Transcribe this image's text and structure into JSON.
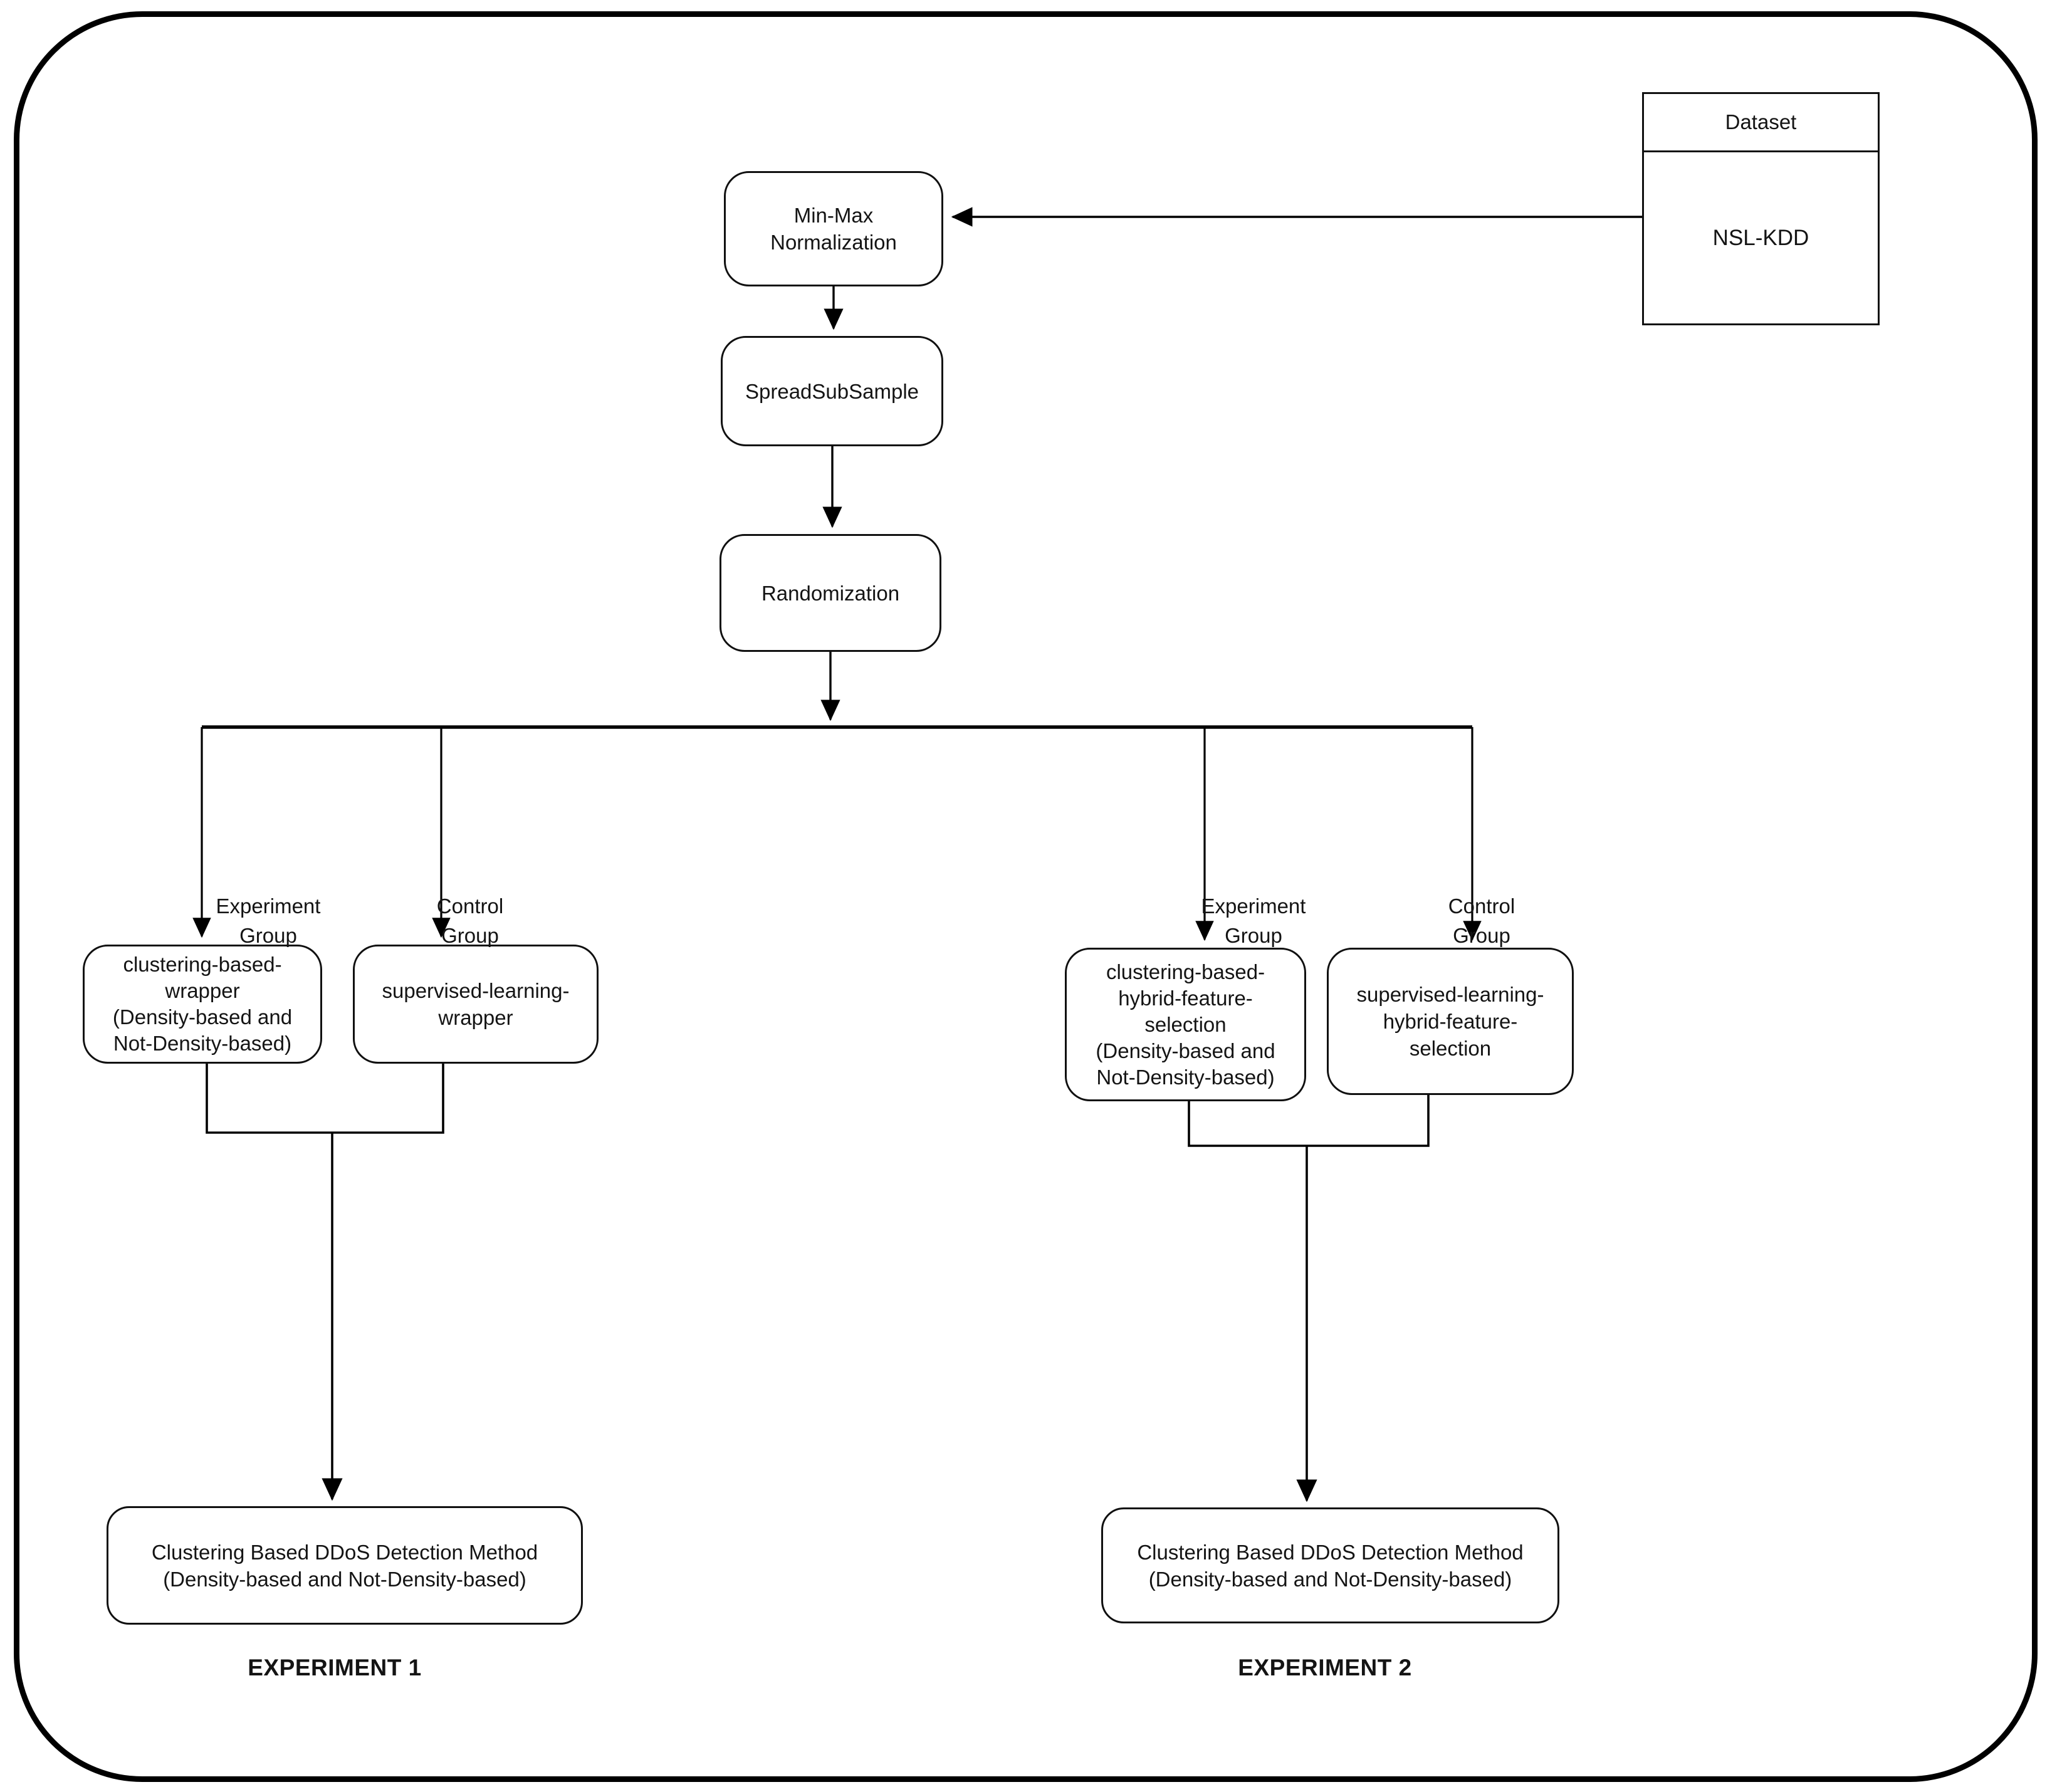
{
  "diagram": {
    "dataset": {
      "header": "Dataset",
      "name": "NSL-KDD"
    },
    "nodes": {
      "min_max": {
        "lines": [
          "Min-Max",
          "Normalization"
        ]
      },
      "spread_sub_sample": {
        "lines": [
          "SpreadSubSample"
        ]
      },
      "randomization": {
        "lines": [
          "Randomization"
        ]
      },
      "clustering_wrapper": {
        "lines": [
          "clustering-based-",
          "wrapper",
          "(Density-based and",
          "Not-Density-based)"
        ]
      },
      "supervised_wrapper": {
        "lines": [
          "supervised-learning-",
          "wrapper"
        ]
      },
      "clustering_hybrid": {
        "lines": [
          "clustering-based-",
          "hybrid-feature-",
          "selection",
          "(Density-based and",
          "Not-Density-based)"
        ]
      },
      "supervised_hybrid": {
        "lines": [
          "supervised-learning-",
          "hybrid-feature-",
          "selection"
        ]
      },
      "detection_left": {
        "lines": [
          "Clustering Based DDoS Detection Method",
          "(Density-based and Not-Density-based)"
        ]
      },
      "detection_right": {
        "lines": [
          "Clustering Based DDoS Detection Method",
          "(Density-based and Not-Density-based)"
        ]
      }
    },
    "branch_labels": {
      "experiment_group": [
        "Experiment",
        "Group"
      ],
      "control_group": [
        "Control",
        "Group"
      ]
    },
    "captions": {
      "experiment1": "EXPERIMENT 1",
      "experiment2": "EXPERIMENT 2"
    },
    "colors": {
      "stroke": "#000000",
      "background": "#ffffff"
    }
  }
}
